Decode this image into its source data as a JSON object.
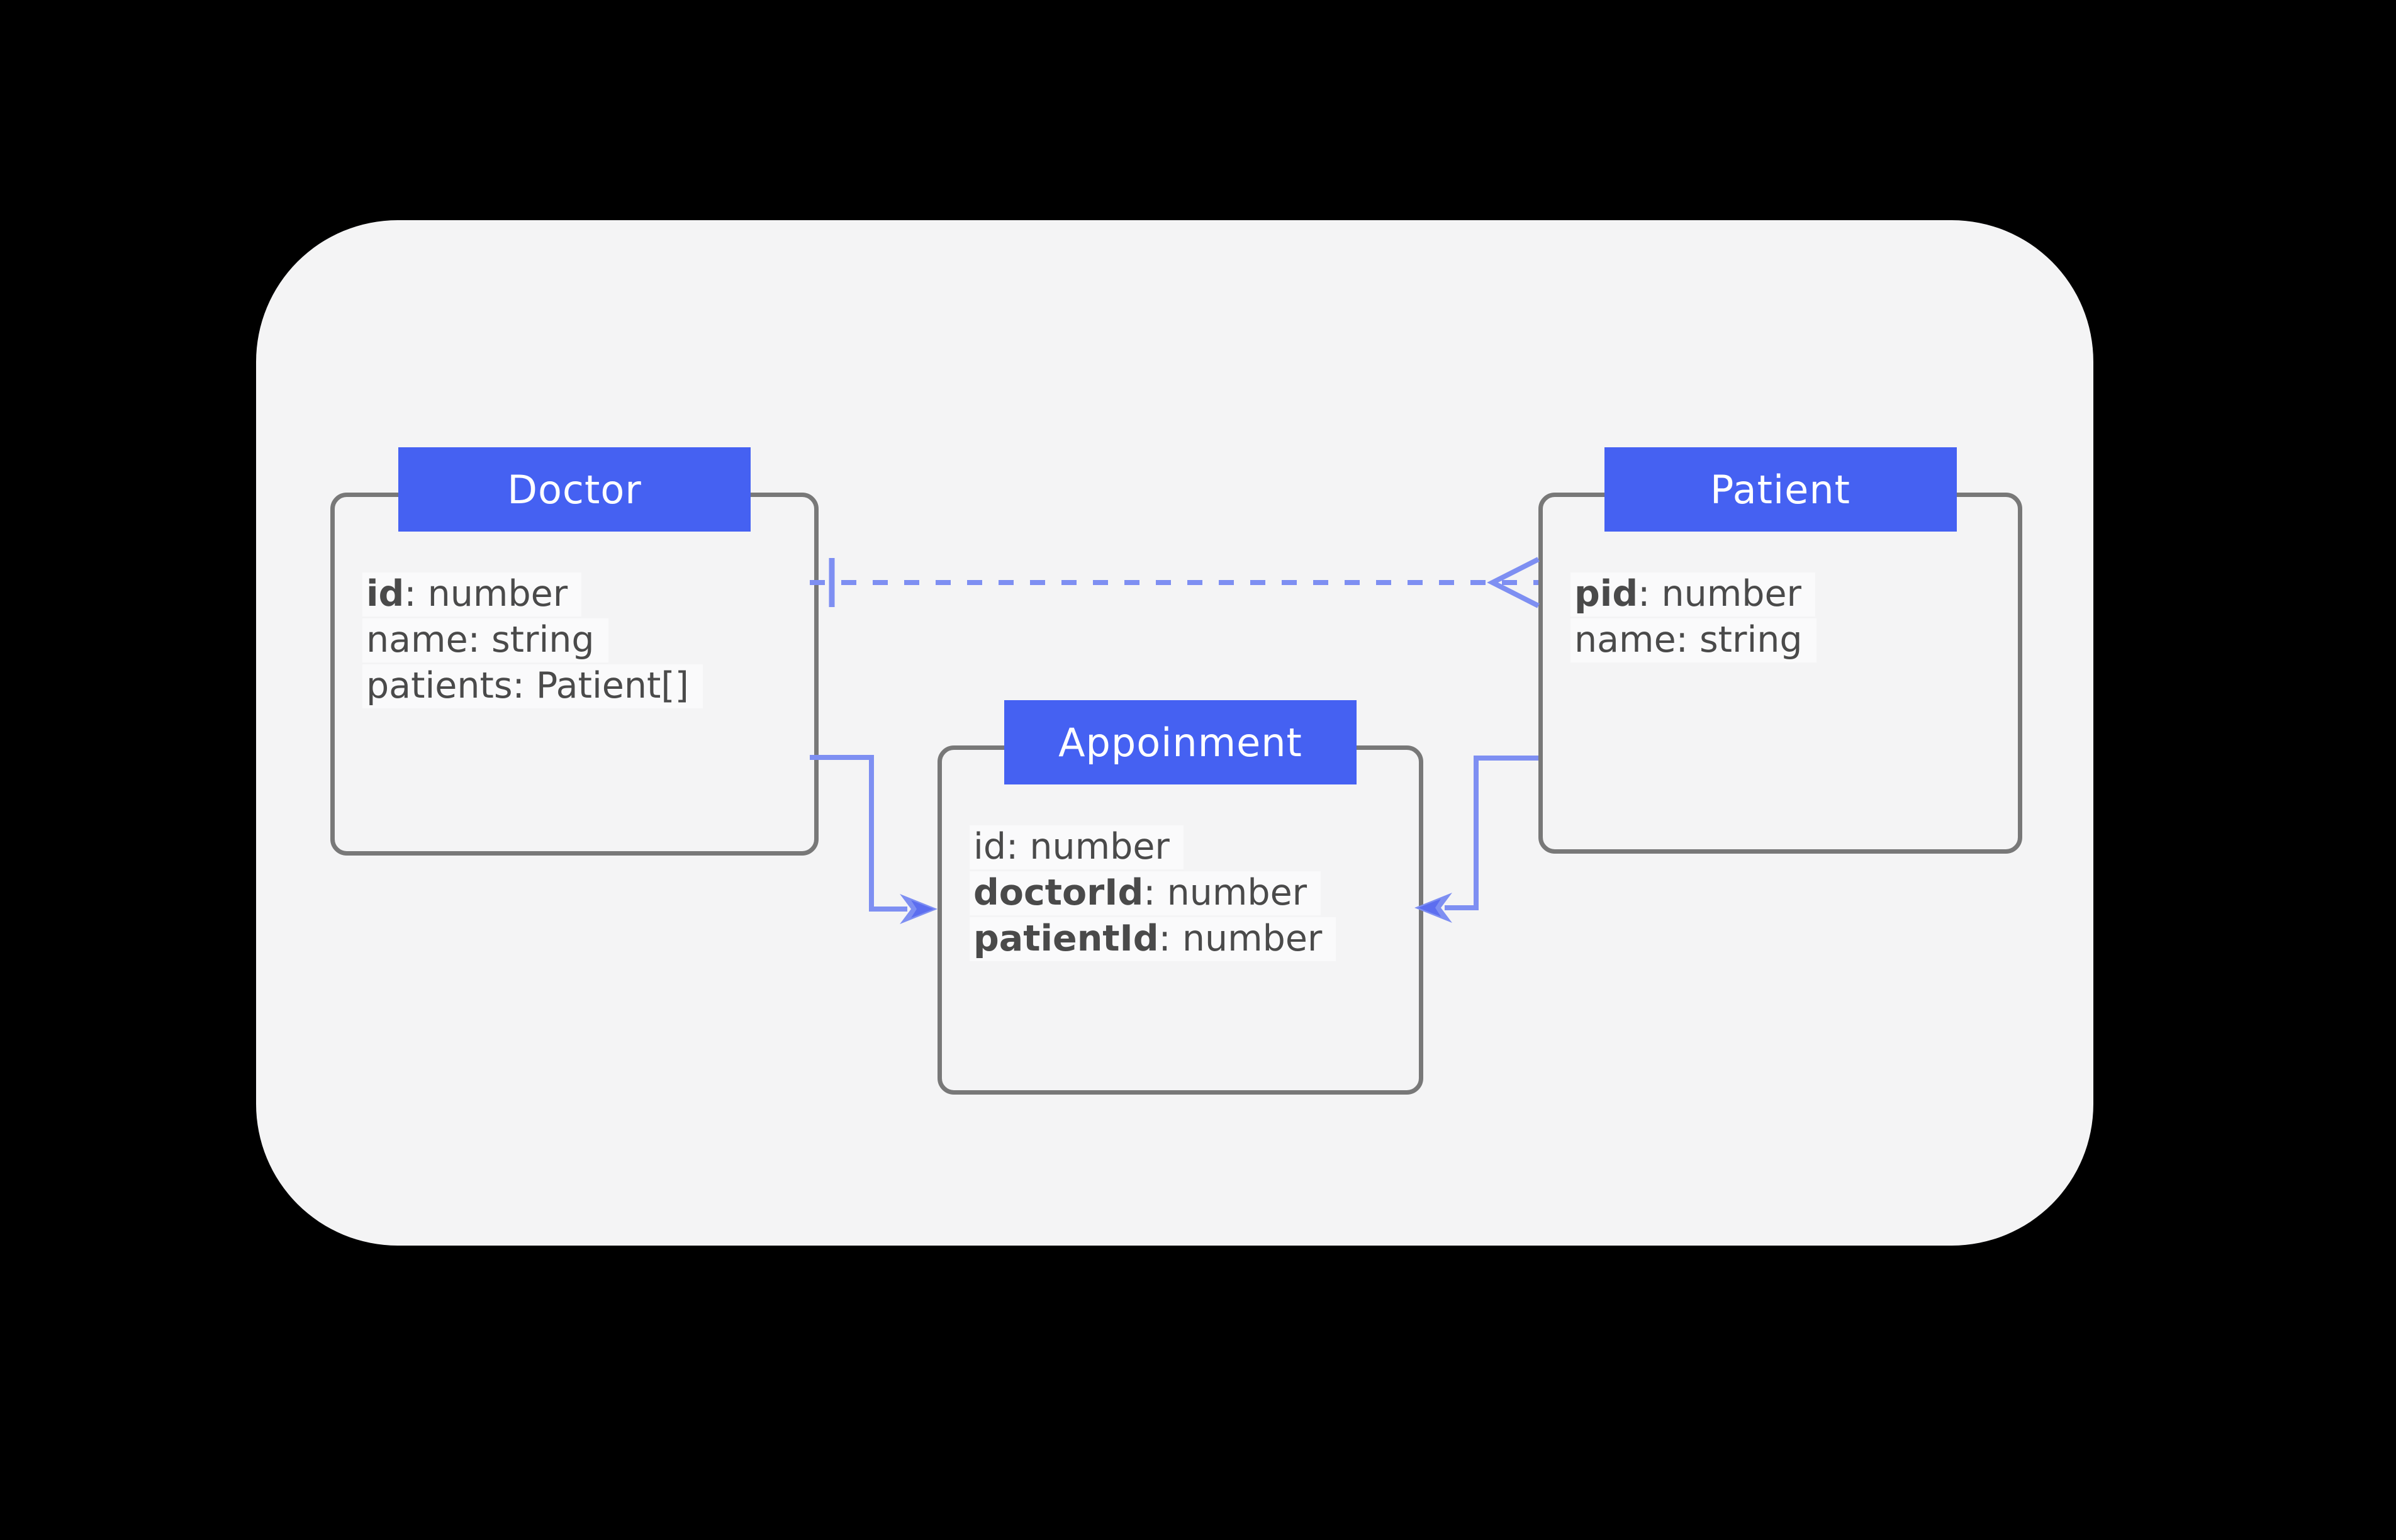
{
  "diagram": {
    "kind": "class-diagram",
    "entities": [
      {
        "name": "Doctor",
        "fields": [
          {
            "key": "id",
            "bold": true,
            "rest": ": number"
          },
          {
            "key": "name",
            "bold": false,
            "rest": ": string"
          },
          {
            "key": "patients",
            "bold": false,
            "rest": ": Patient[]"
          }
        ]
      },
      {
        "name": "Appoinment",
        "fields": [
          {
            "key": "id",
            "bold": false,
            "rest": ": number"
          },
          {
            "key": "doctorId",
            "bold": true,
            "rest": ": number"
          },
          {
            "key": "patientId",
            "bold": true,
            "rest": ": number"
          }
        ]
      },
      {
        "name": "Patient",
        "fields": [
          {
            "key": "pid",
            "bold": true,
            "rest": ": number"
          },
          {
            "key": "name",
            "bold": false,
            "rest": ": string"
          }
        ]
      }
    ],
    "relationships": [
      {
        "from": "Doctor",
        "to": "Patient",
        "line": "dashed",
        "from_marker": "one-tick",
        "to_marker": "crow-foot-many"
      },
      {
        "from": "Doctor",
        "to": "Appoinment",
        "line": "solid",
        "to_marker": "arrow"
      },
      {
        "from": "Patient",
        "to": "Appoinment",
        "line": "solid",
        "to_marker": "arrow"
      }
    ]
  },
  "colors": {
    "background": "#000000",
    "panel": "#f4f4f5",
    "header_blue": "#4561f2",
    "header_text": "#ffffff",
    "entity_border": "#787878",
    "connector_blue": "#7e8ff2",
    "connector_dark": "#5c6ef0",
    "field_text": "#4a4a4a"
  }
}
